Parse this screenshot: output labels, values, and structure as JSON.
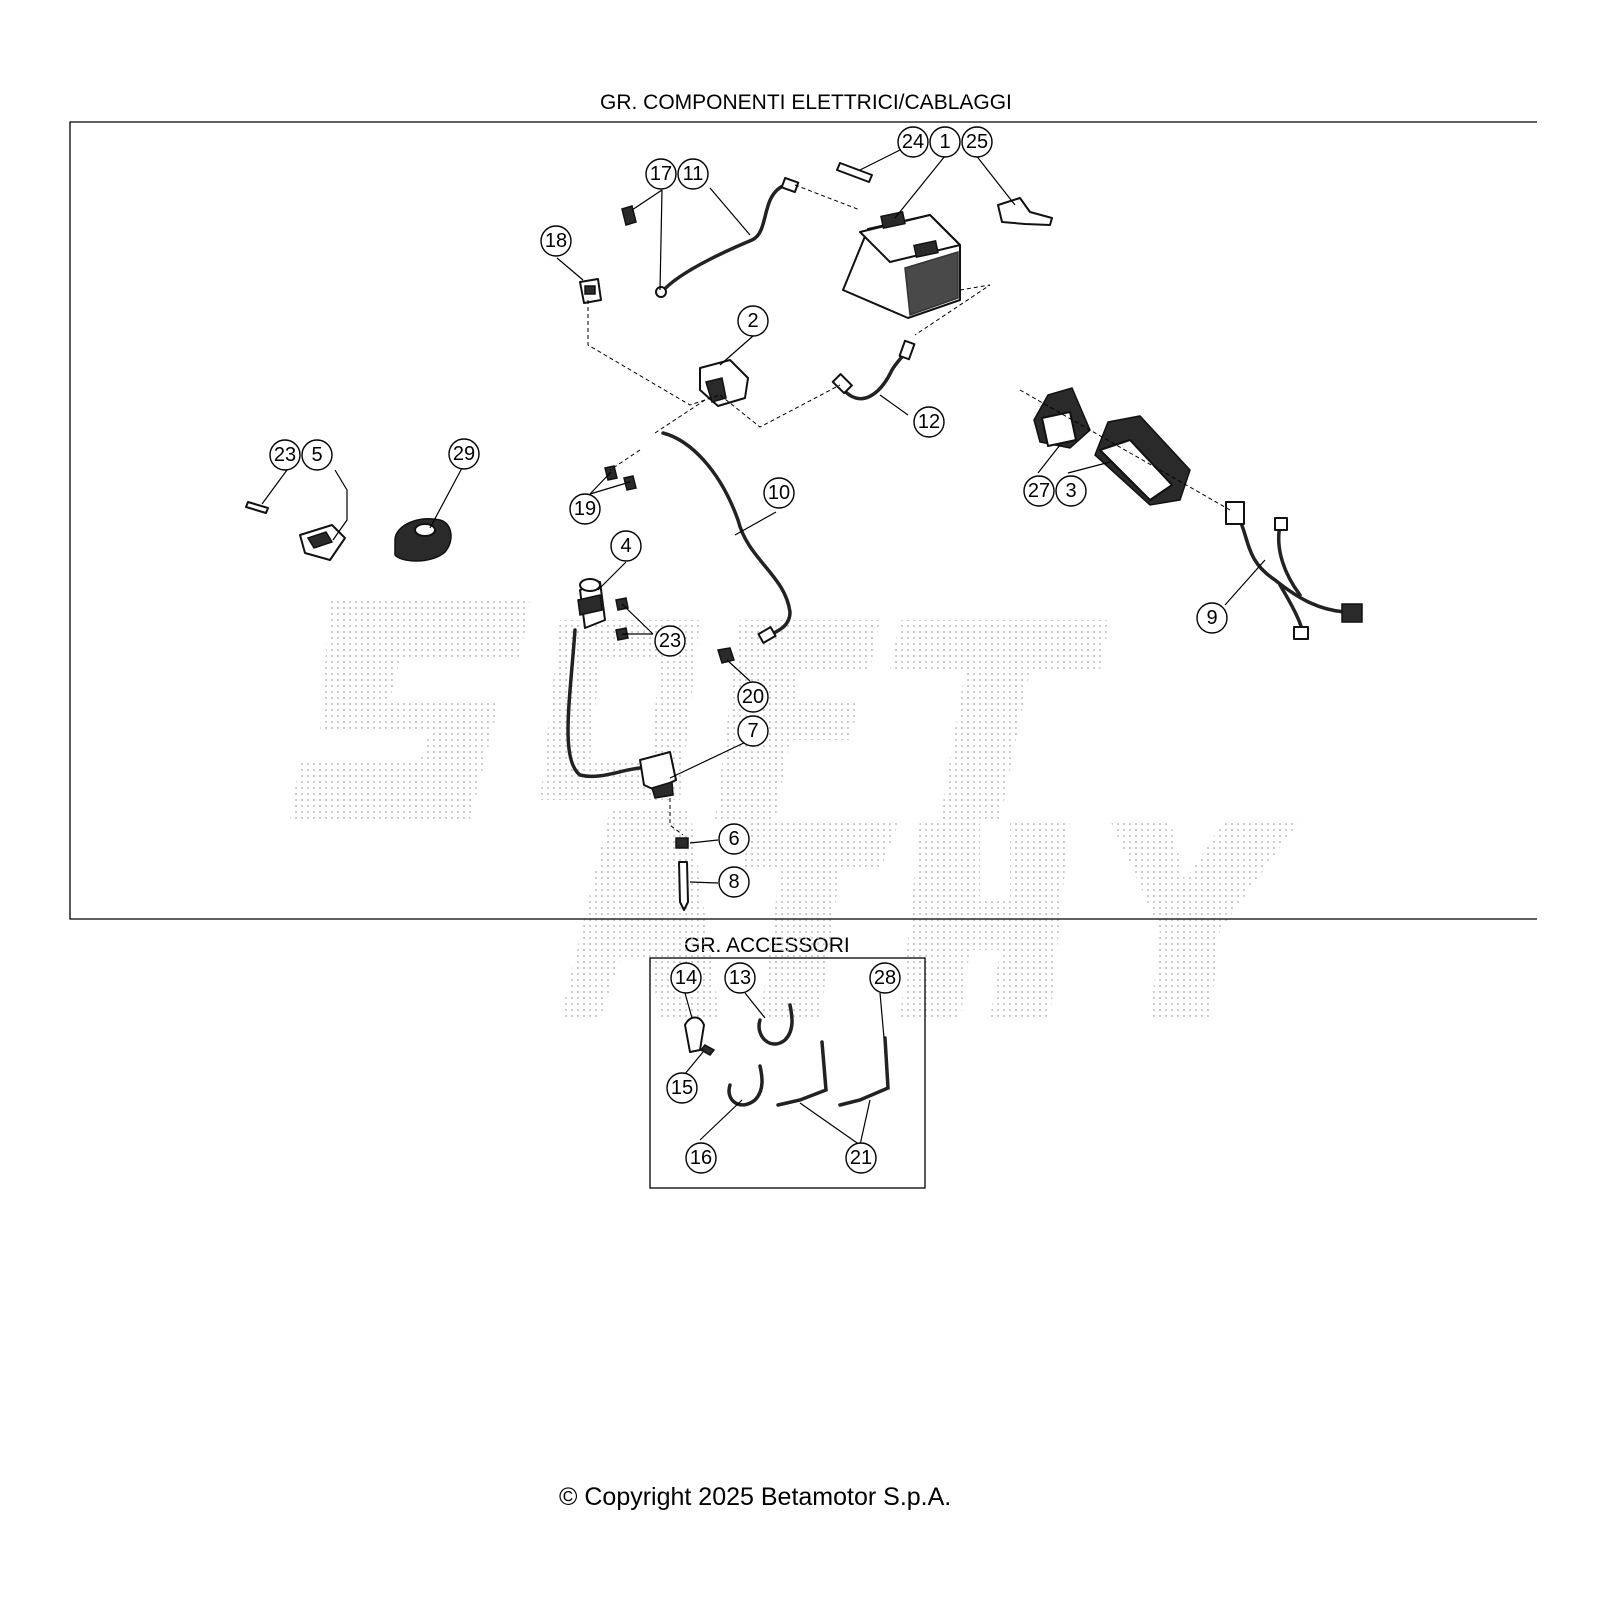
{
  "titles": {
    "main_group": "GR. COMPONENTI ELETTRICI/CABLAGGI",
    "accessories_group": "GR. ACCESSORI"
  },
  "copyright": "© Copyright 2025 Betamotor S.p.A.",
  "callouts": {
    "c24": "24",
    "c1": "1",
    "c25": "25",
    "c17": "17",
    "c11": "11",
    "c18": "18",
    "c2": "2",
    "c12": "12",
    "c27": "27",
    "c3": "3",
    "c9": "9",
    "c23a": "23",
    "c5": "5",
    "c29": "29",
    "c19": "19",
    "c10": "10",
    "c4": "4",
    "c23b": "23",
    "c20": "20",
    "c7": "7",
    "c6": "6",
    "c8": "8",
    "c14": "14",
    "c13": "13",
    "c28": "28",
    "c15": "15",
    "c16": "16",
    "c21": "21"
  }
}
